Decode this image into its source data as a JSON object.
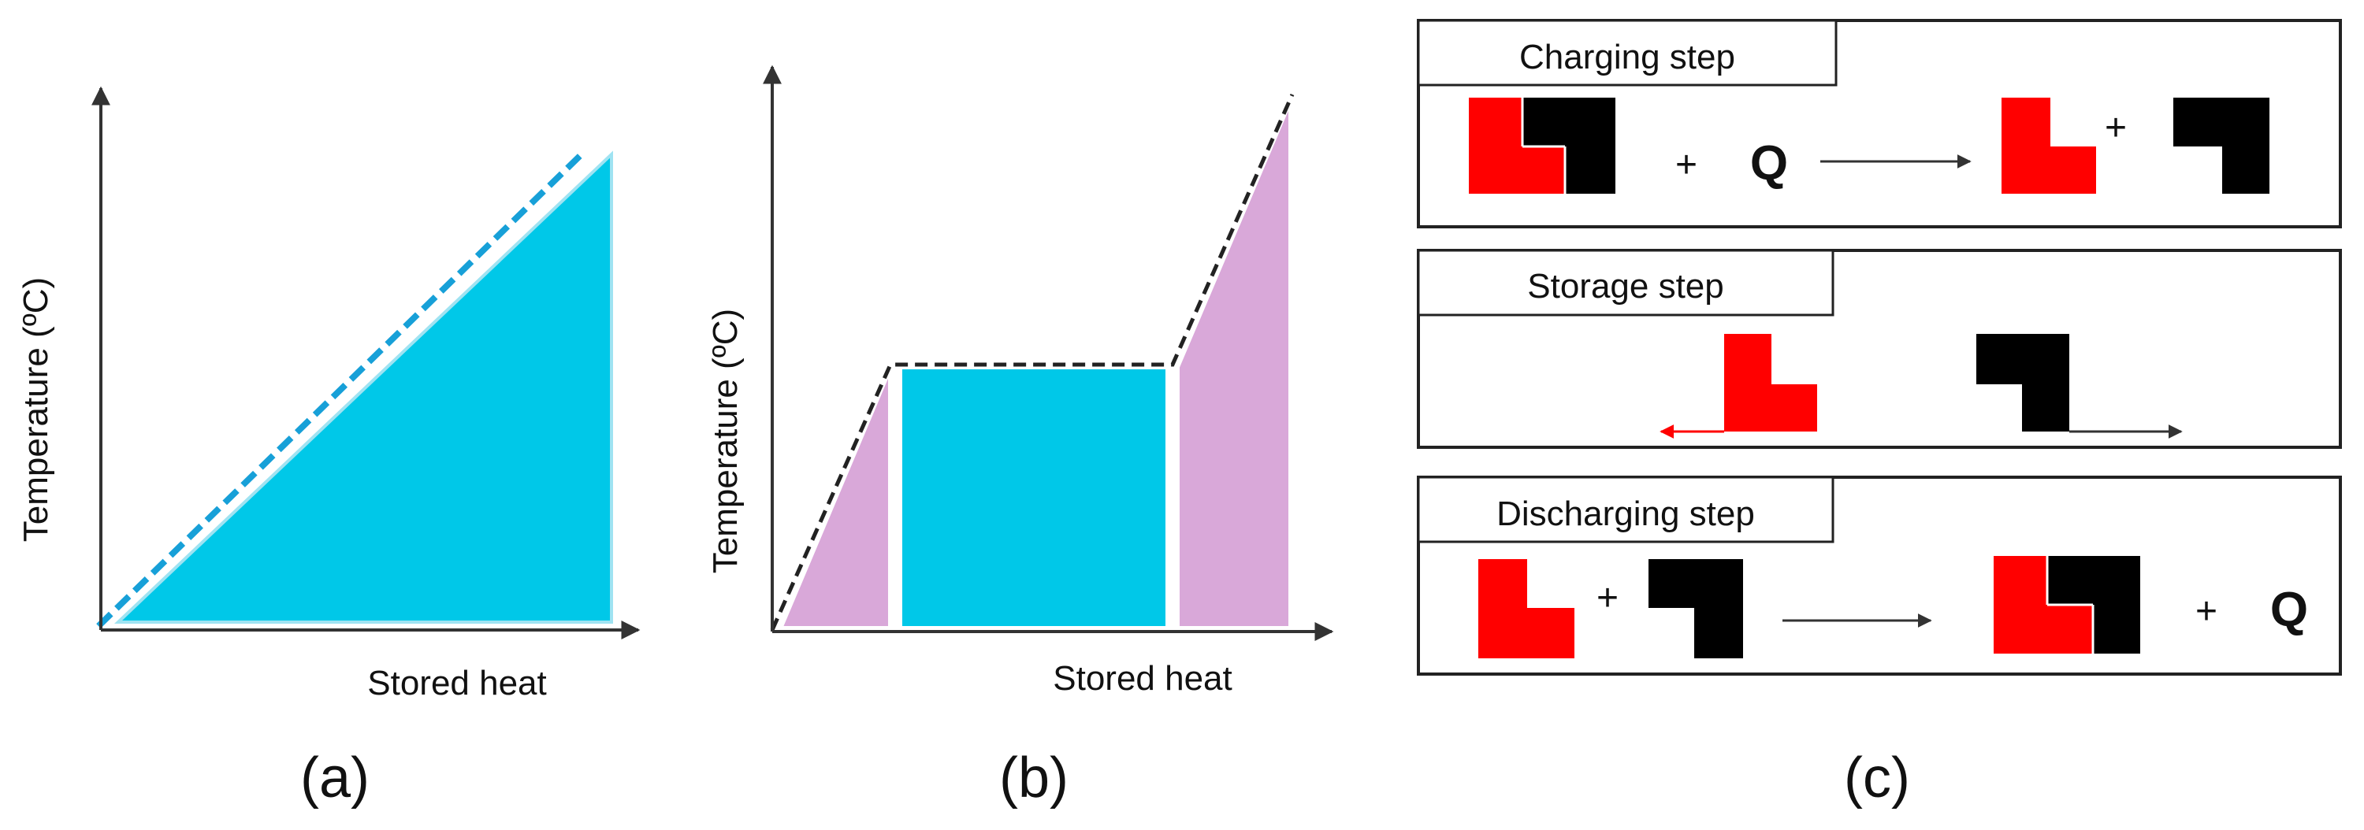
{
  "colors": {
    "sensible_fill": "#00c8e8",
    "latent_fill": "#00c8e8",
    "pre_post_fill": "#d9a8d9",
    "red_block": "#ff0000",
    "black_block": "#000000",
    "axis": "#333333",
    "dashed_a": "#17a0d8",
    "dashed_b": "#222222"
  },
  "panel_a": {
    "label": "(a)",
    "y_axis_label": "Temperature (ºC)",
    "x_axis_label": "Stored heat"
  },
  "panel_b": {
    "label": "(b)",
    "y_axis_label": "Temperature (ºC)",
    "x_axis_label": "Stored heat"
  },
  "panel_c": {
    "label": "(c)",
    "charging": {
      "title": "Charging step",
      "q": "Q",
      "plus1": "+",
      "plus2": "+"
    },
    "storage": {
      "title": "Storage step"
    },
    "discharging": {
      "title": "Discharging step",
      "q": "Q",
      "plus1": "+",
      "plus2": "+"
    }
  }
}
